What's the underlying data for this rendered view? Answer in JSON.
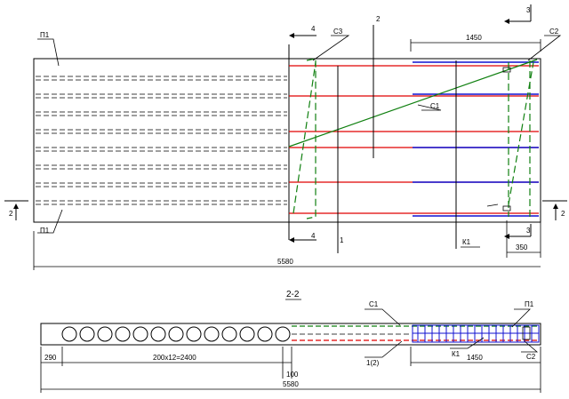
{
  "colors": {
    "outline": "#000000",
    "rebar_red": "#e00000",
    "rebar_blue": "#1010d0",
    "rebar_green": "#108010"
  },
  "plan": {
    "labels": {
      "p1_top": "П1",
      "p1_bottom": "П1",
      "c3": "С3",
      "c2": "С2",
      "c1": "С1",
      "k1": "К1",
      "cut4_top": "4",
      "cut4_bottom": "4",
      "cut2_mark": "2",
      "cut3_top": "3",
      "cut3_bottom": "3",
      "cut1": "1",
      "cut2_left": "2",
      "cut2_right": "2"
    },
    "dims": {
      "top_length": "1450",
      "bottom_offset": "350",
      "total_length": "5580"
    }
  },
  "section": {
    "title": "2-2",
    "labels": {
      "c1": "С1",
      "p1": "П1",
      "k1": "К1",
      "c2": "С2",
      "bar_1_2": "1(2)"
    },
    "dims": {
      "left_edge": "290",
      "hollows": "200x12=2400",
      "gap": "100",
      "right_length": "1450",
      "total_length": "5580"
    }
  }
}
